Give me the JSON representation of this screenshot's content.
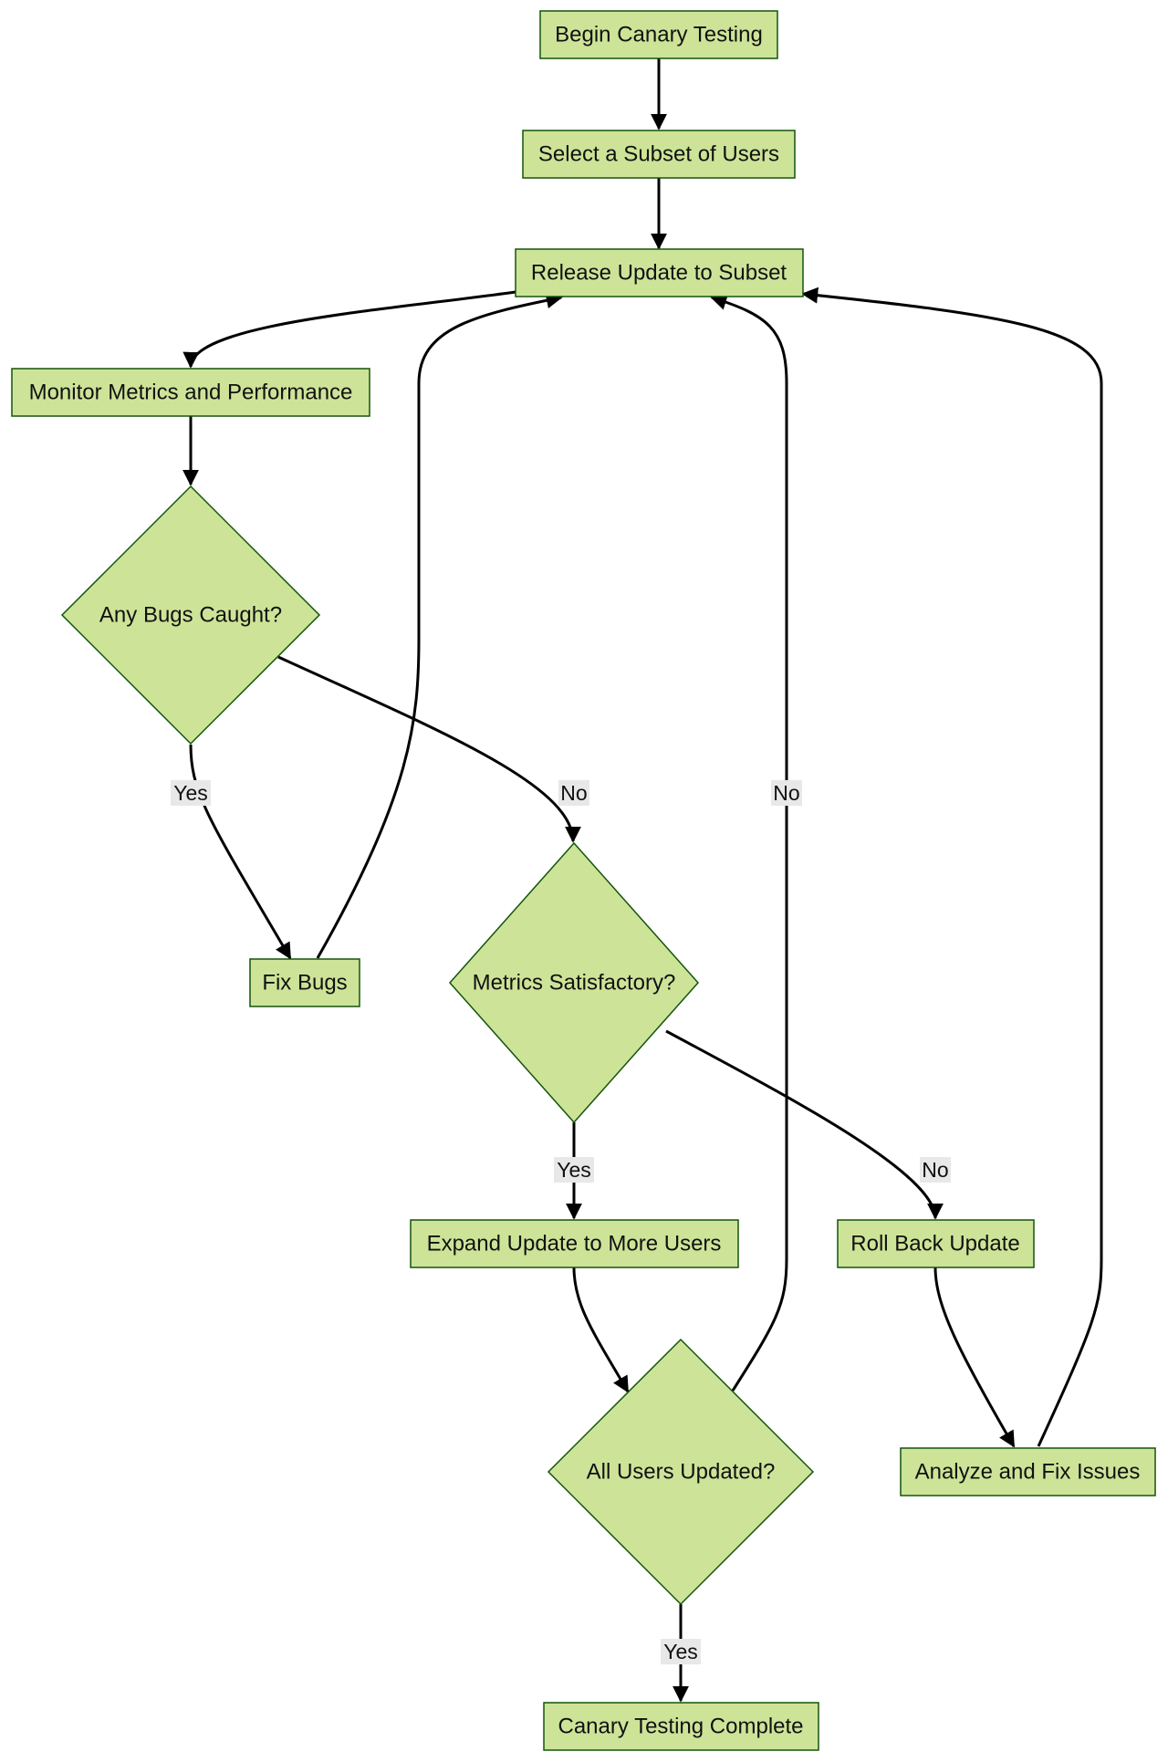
{
  "nodes": {
    "begin": "Begin Canary Testing",
    "select": "Select a Subset of Users",
    "release": "Release Update to Subset",
    "monitor": "Monitor Metrics and Performance",
    "bugs_decision": "Any Bugs Caught?",
    "fix_bugs": "Fix Bugs",
    "metrics_decision": "Metrics Satisfactory?",
    "expand": "Expand Update to More Users",
    "rollback": "Roll Back Update",
    "all_users_decision": "All Users Updated?",
    "analyze": "Analyze and Fix Issues",
    "complete": "Canary Testing Complete"
  },
  "edge_labels": {
    "bugs_yes": "Yes",
    "bugs_no": "No",
    "all_users_no": "No",
    "metrics_yes": "Yes",
    "metrics_no": "No",
    "all_users_yes": "Yes"
  },
  "colors": {
    "node_fill": "#cde498",
    "node_stroke": "#13540c",
    "edge": "#000000",
    "label_background": "#e8e8e8"
  }
}
